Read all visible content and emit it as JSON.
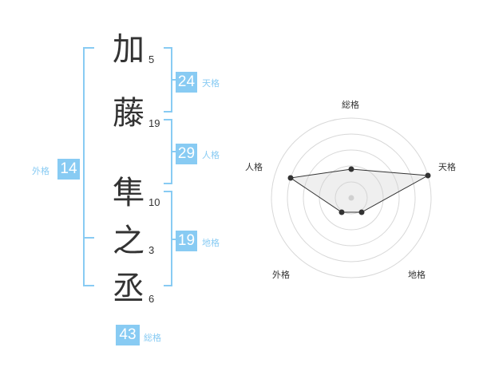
{
  "name_chars": [
    {
      "char": "加",
      "strokes": "5"
    },
    {
      "char": "藤",
      "strokes": "19"
    },
    {
      "char": "隼",
      "strokes": "10"
    },
    {
      "char": "之",
      "strokes": "3"
    },
    {
      "char": "丞",
      "strokes": "6"
    }
  ],
  "kakusu": {
    "tenkaku": {
      "value": "24",
      "label": "天格"
    },
    "jinkaku": {
      "value": "29",
      "label": "人格"
    },
    "chikaku": {
      "value": "19",
      "label": "地格"
    },
    "gaikaku": {
      "value": "14",
      "label": "外格"
    },
    "soukaku": {
      "value": "43",
      "label": "総格"
    }
  },
  "radar": {
    "labels": {
      "top": "総格",
      "right": "天格",
      "bottom_right": "地格",
      "bottom_left": "外格",
      "left": "人格"
    }
  },
  "colors": {
    "accent": "#88cbf3",
    "text": "#333333"
  }
}
